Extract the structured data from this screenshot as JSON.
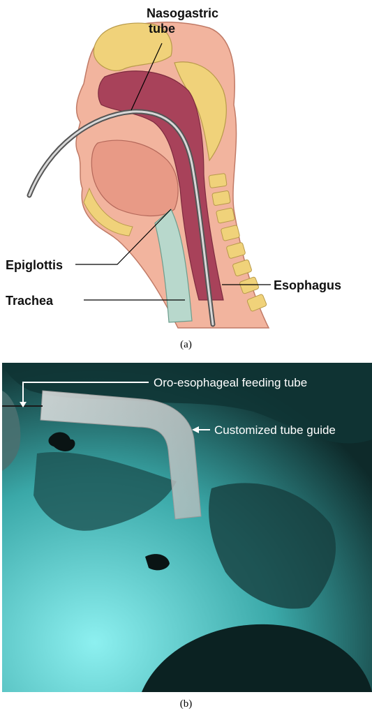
{
  "figure": {
    "panel_a": {
      "labels": {
        "nasogastric_line1": "Nasogastric",
        "nasogastric_line2": "tube",
        "epiglottis": "Epiglottis",
        "trachea": "Trachea",
        "esophagus": "Esophagus"
      },
      "caption": "(a)"
    },
    "panel_b": {
      "labels": {
        "feeding_tube": "Oro-esophageal feeding tube",
        "tube_guide": "Customized tube guide"
      },
      "caption": "(b)"
    }
  },
  "colors": {
    "skin": "#f2b49e",
    "bone": "#f0d27a",
    "mucosa": "#a8425a",
    "trachea": "#b8d8cc",
    "xray_bg": "#5fd6d6",
    "xray_dark": "#0e2a2a"
  }
}
